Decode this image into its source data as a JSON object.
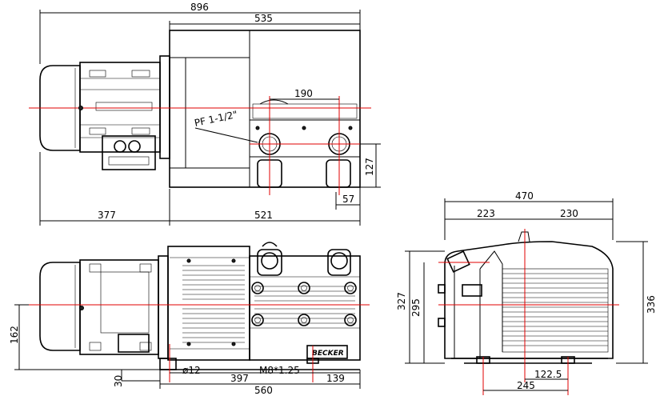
{
  "dimensions": {
    "overall_length": "896",
    "pump_length": "535",
    "port_spacing": "190",
    "port_label": "PF 1-1/2\"",
    "port_height": "127",
    "port_offset": "57",
    "motor_offset": "377",
    "center_to_end": "521",
    "shaft_height": "162",
    "base_height": "30",
    "hole_diameter": "ø12",
    "foot_distance": "397",
    "thread": "M8*1.25",
    "foot_end": "139",
    "base_length": "560",
    "side_width": "470",
    "side_left": "223",
    "side_right": "230",
    "height_total": "327",
    "height_body": "295",
    "height_right": "336",
    "foot_half": "122.5",
    "foot_span": "245"
  },
  "brand": "BECKER"
}
